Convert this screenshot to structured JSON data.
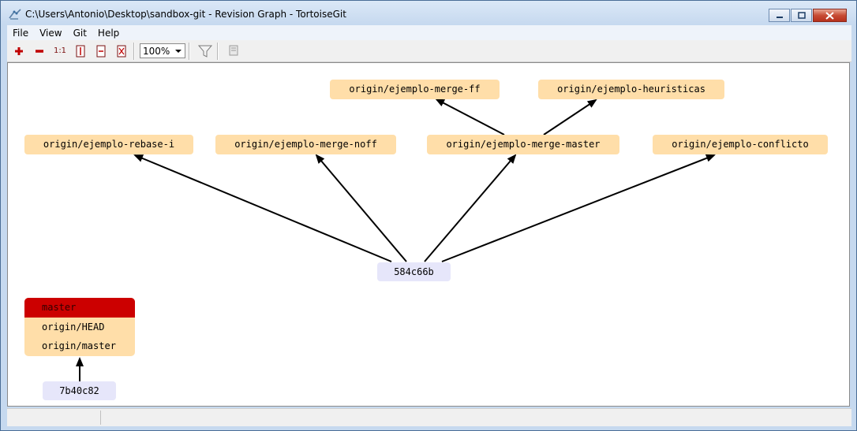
{
  "window": {
    "title": "C:\\Users\\Antonio\\Desktop\\sandbox-git - Revision Graph - TortoiseGit"
  },
  "menu": [
    "File",
    "View",
    "Git",
    "Help"
  ],
  "toolbar": {
    "zoom_value": "100%",
    "buttons": [
      "zoom-in-icon",
      "zoom-out-icon",
      "zoom-1-1-icon",
      "fit-height-icon",
      "fit-width-icon",
      "fit-window-icon",
      "filter-icon",
      "overview-icon"
    ],
    "zoom_1_1_label": "1:1"
  },
  "graph": {
    "refs": {
      "merge_ff": "origin/ejemplo-merge-ff",
      "heuristicas": "origin/ejemplo-heuristicas",
      "rebase_i": "origin/ejemplo-rebase-i",
      "merge_noff": "origin/ejemplo-merge-noff",
      "merge_master": "origin/ejemplo-merge-master",
      "conflicto": "origin/ejemplo-conflicto"
    },
    "commits": {
      "c584": "584c66b",
      "c7b4": "7b40c82"
    },
    "stack": {
      "active": "master",
      "head": "origin/HEAD",
      "origin_master": "origin/master"
    },
    "colors": {
      "ref_fill": "#ffdea9",
      "commit_fill": "#e6e6fa",
      "current_branch": "#cc0000"
    }
  },
  "status": {
    "pane1": "",
    "pane2": ""
  }
}
